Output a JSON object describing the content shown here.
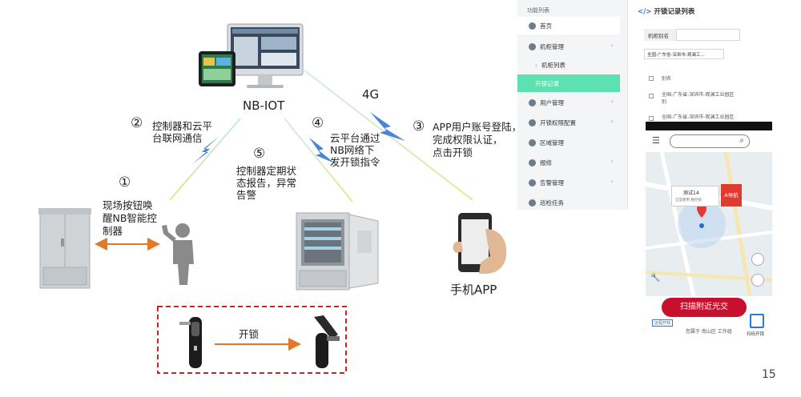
{
  "diagram": {
    "nb_iot_label": "NB-IOT",
    "fourg_label": "4G",
    "steps": [
      {
        "num": "①",
        "text": [
          "现场按钮唤",
          "醒NB智能控",
          "制器"
        ]
      },
      {
        "num": "②",
        "text": [
          "控制器和云平",
          "台联网通信"
        ]
      },
      {
        "num": "③",
        "text": [
          "APP用户账号登陆，",
          "完成权限认证，",
          "点击开锁"
        ]
      },
      {
        "num": "④",
        "text": [
          "云平台通过",
          "NB网络下",
          "发开锁指令"
        ]
      },
      {
        "num": "⑤",
        "text": [
          "控制器定期状",
          "态报告，异常",
          "告警"
        ]
      }
    ],
    "unlock_label": "开锁",
    "phone_app_label": "手机APP"
  },
  "admin": {
    "header": "功能列表",
    "menu": [
      {
        "label": "首页",
        "type": "home"
      },
      {
        "label": "机柜管理",
        "type": "group",
        "arrow": "›"
      },
      {
        "label": "机柜列表",
        "type": "sub",
        "prefix": "›"
      },
      {
        "label": "开锁记录",
        "type": "active"
      },
      {
        "label": "用户管理",
        "type": "group",
        "arrow": "›"
      },
      {
        "label": "开锁权限配置",
        "type": "group",
        "arrow": "›"
      },
      {
        "label": "区域管理",
        "type": "group"
      },
      {
        "label": "报修",
        "type": "group",
        "arrow": "›"
      },
      {
        "label": "告警管理",
        "type": "group",
        "arrow": "›"
      },
      {
        "label": "巡检任务",
        "type": "group"
      }
    ],
    "records": {
      "title_code": "</>",
      "title": "开锁记录列表",
      "field_label": "机柜别名",
      "region_select": "全国-广东省-深圳市-观澜工...",
      "column_header": "别名",
      "rows": [
        [
          "全国-广东省-深圳市-观澜工业园区",
          "别"
        ],
        [
          "全国-广东省-深圳市-观澜工业园区"
        ]
      ]
    }
  },
  "phone": {
    "pin_title": "测试14",
    "pin_sub": "正常使用  数控锁",
    "nav_label": "A导航",
    "scan_button": "扫描附近光交",
    "small_tag": "远程开锁",
    "location_text": "您属于 南山区 工作组",
    "scan_label": "扫码开锁"
  },
  "page_number": "15",
  "colors": {
    "accent_green": "#5ee1b0",
    "brand_red": "#c8102e",
    "link_blue": "#2b7bd6",
    "dashed_box": "#c62828",
    "arrow_orange": "#e07a2a"
  }
}
